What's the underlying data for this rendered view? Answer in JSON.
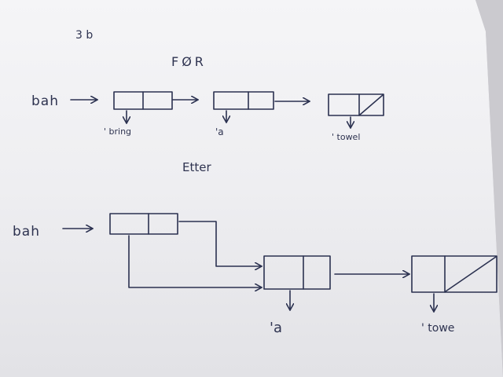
{
  "page_label": "3 b",
  "before": {
    "title": "FØR",
    "variable": "bah",
    "values": [
      "' bring",
      "'a",
      "' towel"
    ]
  },
  "after": {
    "title": "Etter",
    "variable": "bah",
    "values": [
      "'a",
      "' towe"
    ]
  },
  "colors": {
    "ink": "#2b3150",
    "paper": "#f3f3f5",
    "background": "#c9c8cd"
  }
}
